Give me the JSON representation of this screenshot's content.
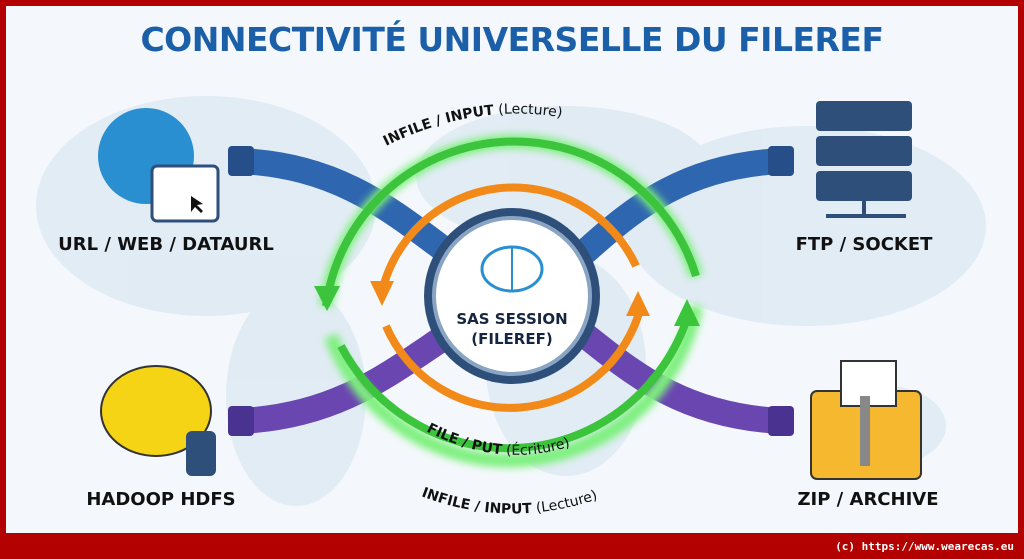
{
  "title": "CONNECTIVITÉ UNIVERSELLE DU FILEREF",
  "center": {
    "line1": "SAS SESSION",
    "line2": "(FILEREF)"
  },
  "nodes": {
    "top_left": "URL / WEB / DATAURL",
    "top_right": "FTP / SOCKET",
    "bottom_left": "HADOOP HDFS",
    "bottom_right": "ZIP / ARCHIVE"
  },
  "arcs": {
    "top_green": {
      "bold": "INFILE / INPUT",
      "note": "(Lecture)"
    },
    "orange": {
      "bold": "FILE / PUT",
      "note": "(Écriture)"
    },
    "bottom_green": {
      "bold": "INFILE / INPUT",
      "note": "(Lecture)"
    }
  },
  "footer": "(c) https://www.wearecas.eu",
  "colors": {
    "frame": "#b30000",
    "title": "#1a5fa8",
    "read": "#3cc43c",
    "write": "#f28a1a",
    "tube_top": "#2f66b0",
    "tube_bottom": "#6a46b0"
  }
}
